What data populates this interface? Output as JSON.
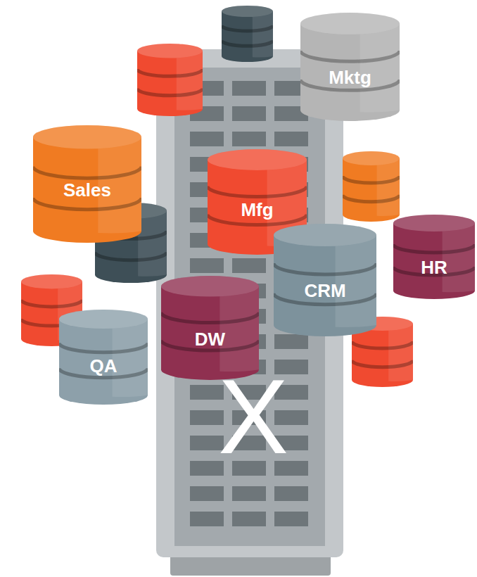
{
  "diagram": {
    "nodes": [
      {
        "text": [
          "Mktg"
        ]
      },
      {
        "text": [
          "Sales"
        ]
      },
      {
        "text": [
          "Mfg"
        ]
      },
      {
        "text": [
          "HR"
        ]
      },
      {
        "text": [
          "CRM"
        ]
      },
      {
        "text": [
          "DW"
        ]
      },
      {
        "text": [
          "QA"
        ]
      },
      {
        "text": [
          "X"
        ]
      }
    ]
  }
}
